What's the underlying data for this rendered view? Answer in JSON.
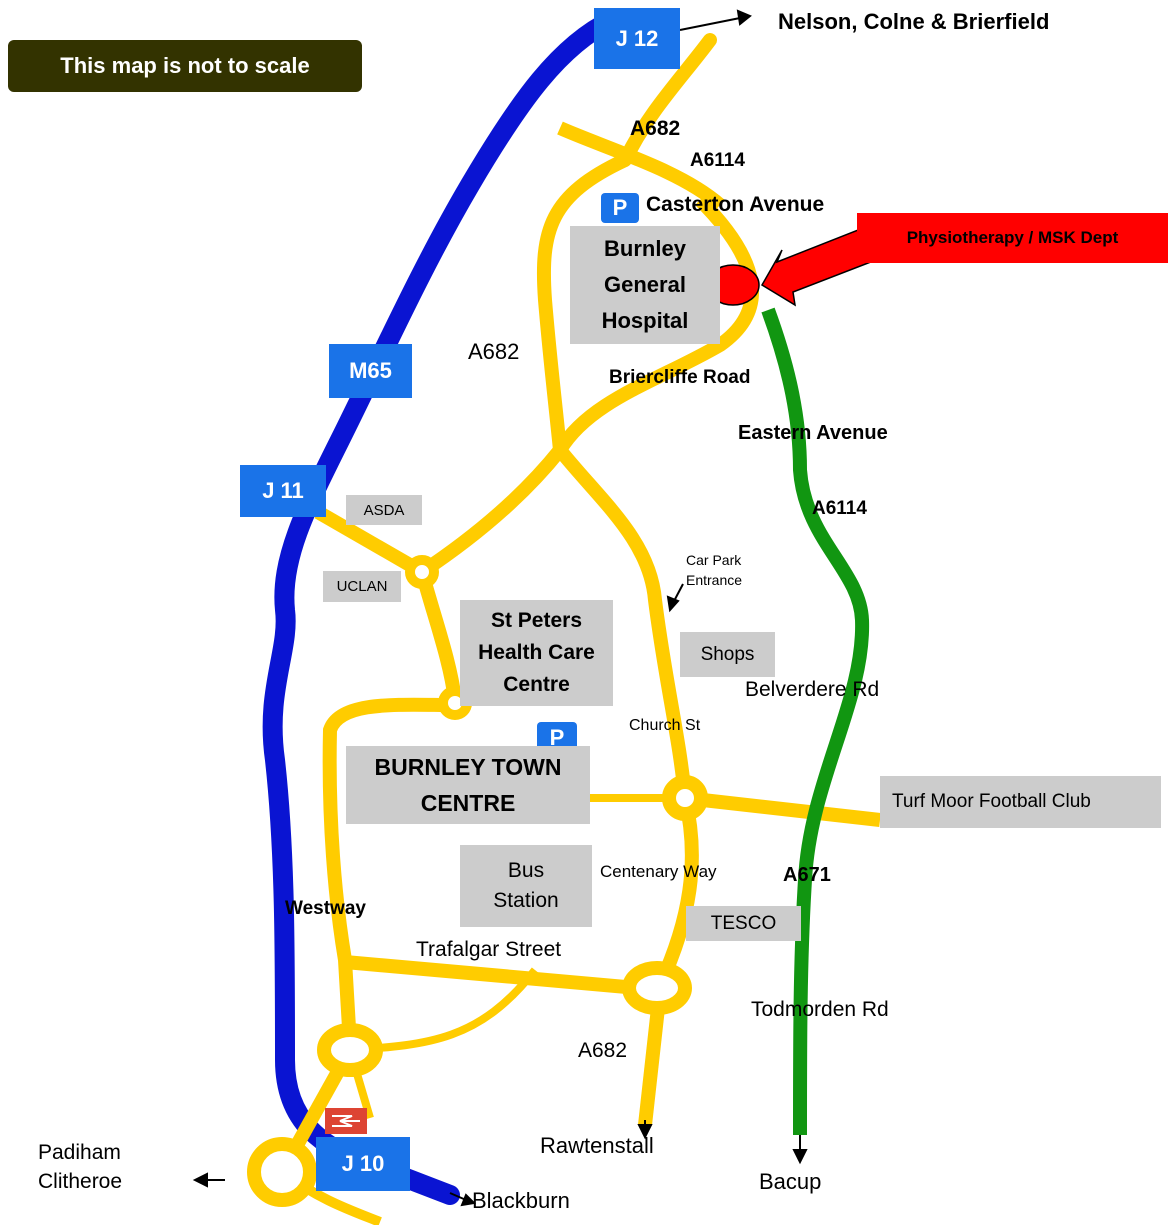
{
  "notice": "This map is not to scale",
  "colors": {
    "motorway": "#0a14d2",
    "a_road": "#ffcc00",
    "eastern_avenue": "#119611",
    "label_box": "#cccccc",
    "marker": "#ff0000",
    "badge": "#1a73e8",
    "notice_bg": "#333300",
    "rail": "#dd4433"
  },
  "junctions": {
    "j12": "J 12",
    "j11": "J 11",
    "j10": "J 10",
    "m65": "M65"
  },
  "parking": "P",
  "destination_box": "Physiotherapy / MSK Dept",
  "places": {
    "hospital": "Burnley\nGeneral\nHospital",
    "st_peters": "St Peters\nHealth Care\nCentre",
    "town_centre": "BURNLEY TOWN\nCENTRE",
    "bus_station": "Bus\nStation",
    "asda": "ASDA",
    "uclan": "UCLAN",
    "shops": "Shops",
    "tesco": "TESCO",
    "turf_moor": "Turf Moor Football Club"
  },
  "roads": {
    "nelson": "Nelson, Colne & Brierfield",
    "a682_top": "A682",
    "a6114_top": "A6114",
    "casterton": "Casterton Avenue",
    "a682_mid": "A682",
    "briercliffe": "Briercliffe Road",
    "eastern": "Eastern Avenue",
    "a6114_east": "A6114",
    "car_park_entrance": "Car Park\nEntrance",
    "belverdere": "Belverdere Rd",
    "church": "Church St",
    "centenary": "Centenary Way",
    "a671": "A671",
    "westway": "Westway",
    "trafalgar": "Trafalgar Street",
    "todmorden": "Todmorden Rd",
    "a682_south": "A682",
    "rawtenstall": "Rawtenstall",
    "bacup": "Bacup",
    "padiham": "Padiham\nClitheroe",
    "blackburn": "Blackburn"
  }
}
